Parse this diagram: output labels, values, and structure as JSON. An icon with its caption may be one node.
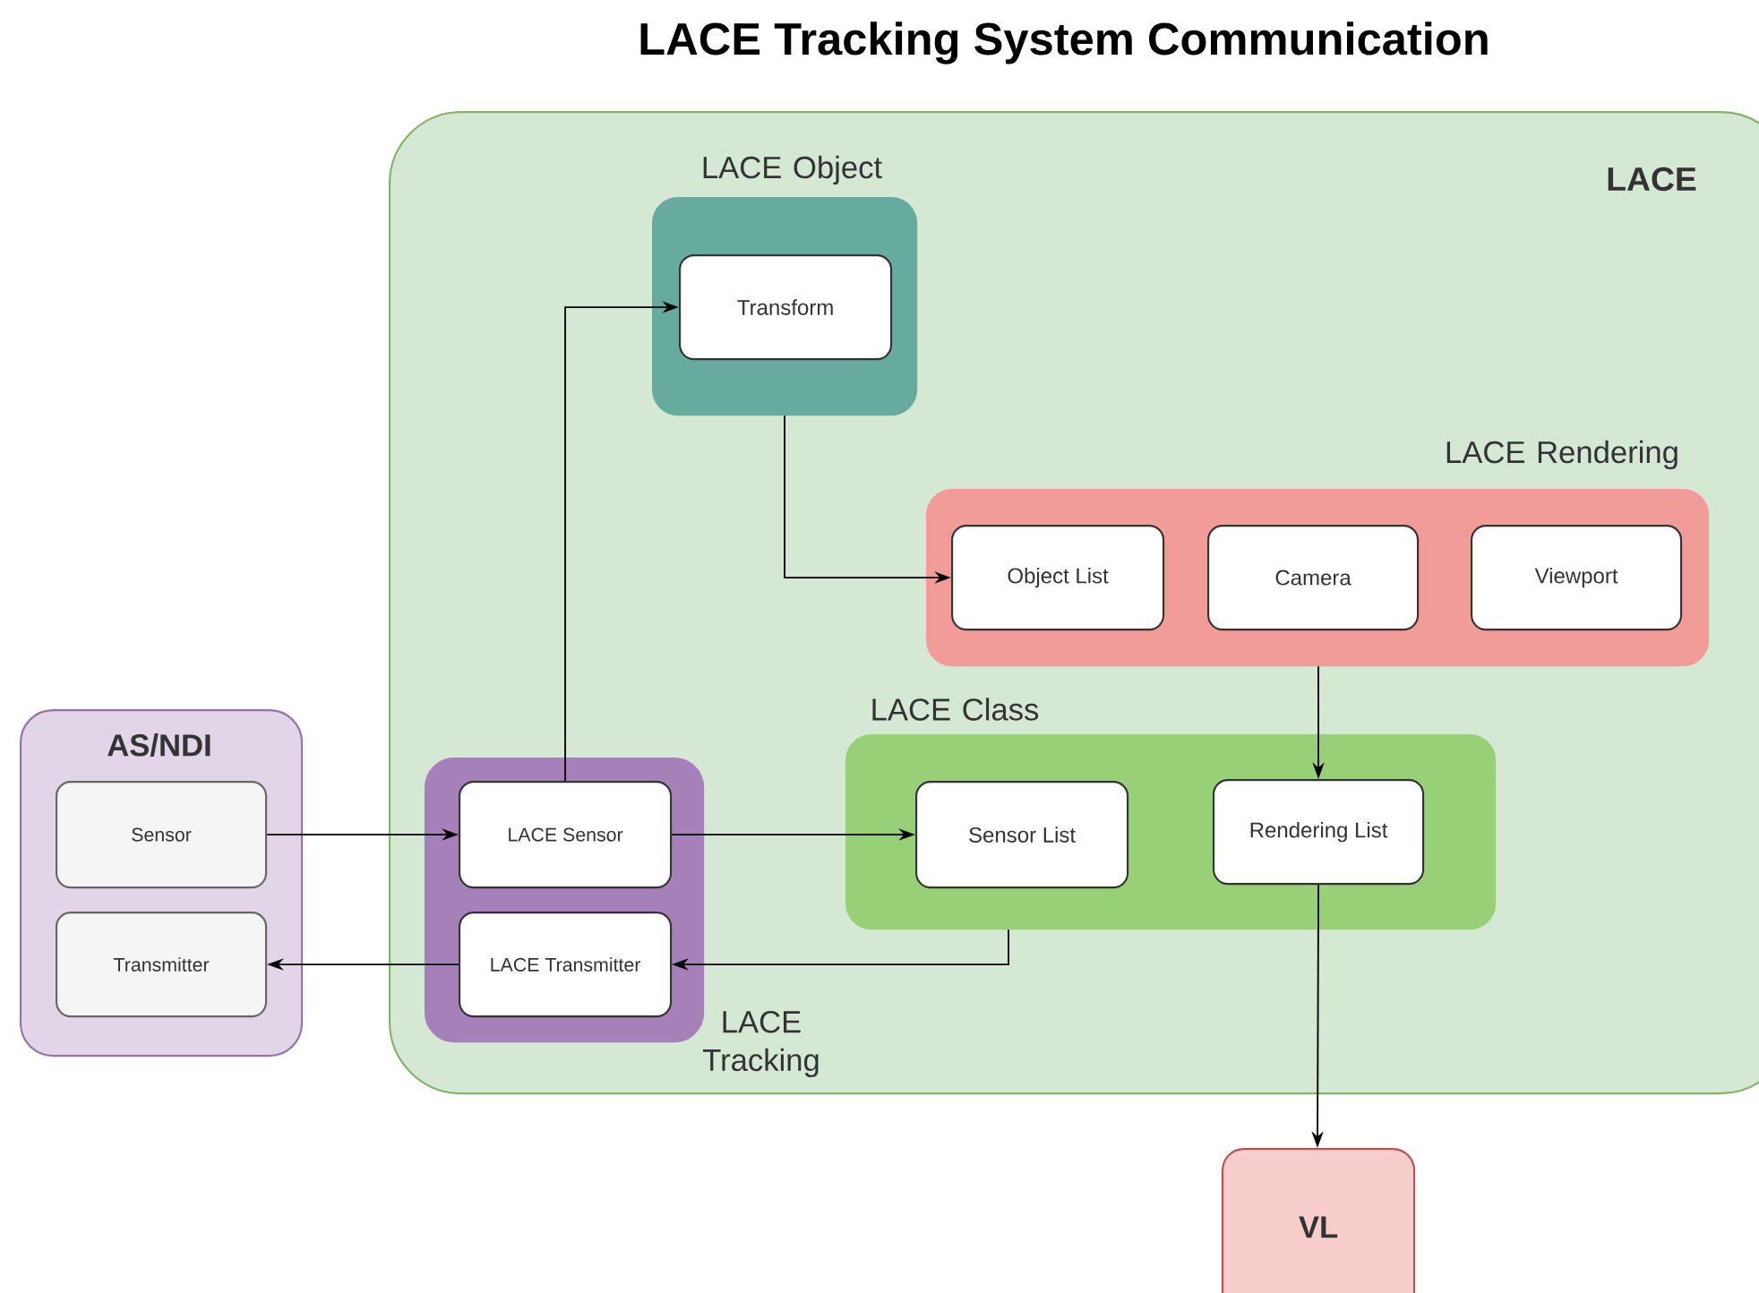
{
  "diagram": {
    "title": "LACE Tracking System Communication",
    "nodes": [
      {
        "text": [
          "LACE"
        ]
      },
      {
        "text": [
          "LACE Object"
        ],
        "in": 0
      },
      {
        "text": [
          "Transform"
        ],
        "in": 1
      },
      {
        "text": [
          "LACE Rendering"
        ],
        "in": 0
      },
      {
        "text": [
          "Object List"
        ],
        "in": 3
      },
      {
        "text": [
          "Camera"
        ],
        "in": 3
      },
      {
        "text": [
          "Viewport"
        ],
        "in": 3
      },
      {
        "text": [
          "LACE Class"
        ],
        "in": 0
      },
      {
        "text": [
          "Sensor List"
        ],
        "in": 7
      },
      {
        "text": [
          "Rendering List"
        ],
        "in": 7
      },
      {
        "text": [
          "AS/NDI"
        ]
      },
      {
        "text": [
          "Sensor"
        ],
        "in": 10
      },
      {
        "text": [
          "Transmitter"
        ],
        "in": 10
      },
      {
        "text": [
          "LACE Tracking"
        ],
        "in": 0
      },
      {
        "text": [
          "LACE Sensor"
        ],
        "in": 13
      },
      {
        "text": [
          "LACE Transmitter"
        ],
        "in": 13
      },
      {
        "text": [
          "VL"
        ]
      }
    ],
    "edges": [
      {
        "from": 11,
        "to": 14,
        "arrow": "to"
      },
      {
        "from": 15,
        "to": 12,
        "arrow": "to"
      },
      {
        "from": 14,
        "to": 2,
        "arrow": "to"
      },
      {
        "from": 14,
        "to": 8,
        "arrow": "to"
      },
      {
        "from": 7,
        "to": 15,
        "arrow": "to"
      },
      {
        "from": 1,
        "to": 4,
        "arrow": "to"
      },
      {
        "from": 3,
        "to": 9,
        "arrow": "to"
      },
      {
        "from": 9,
        "to": 16,
        "arrow": "to"
      }
    ]
  }
}
